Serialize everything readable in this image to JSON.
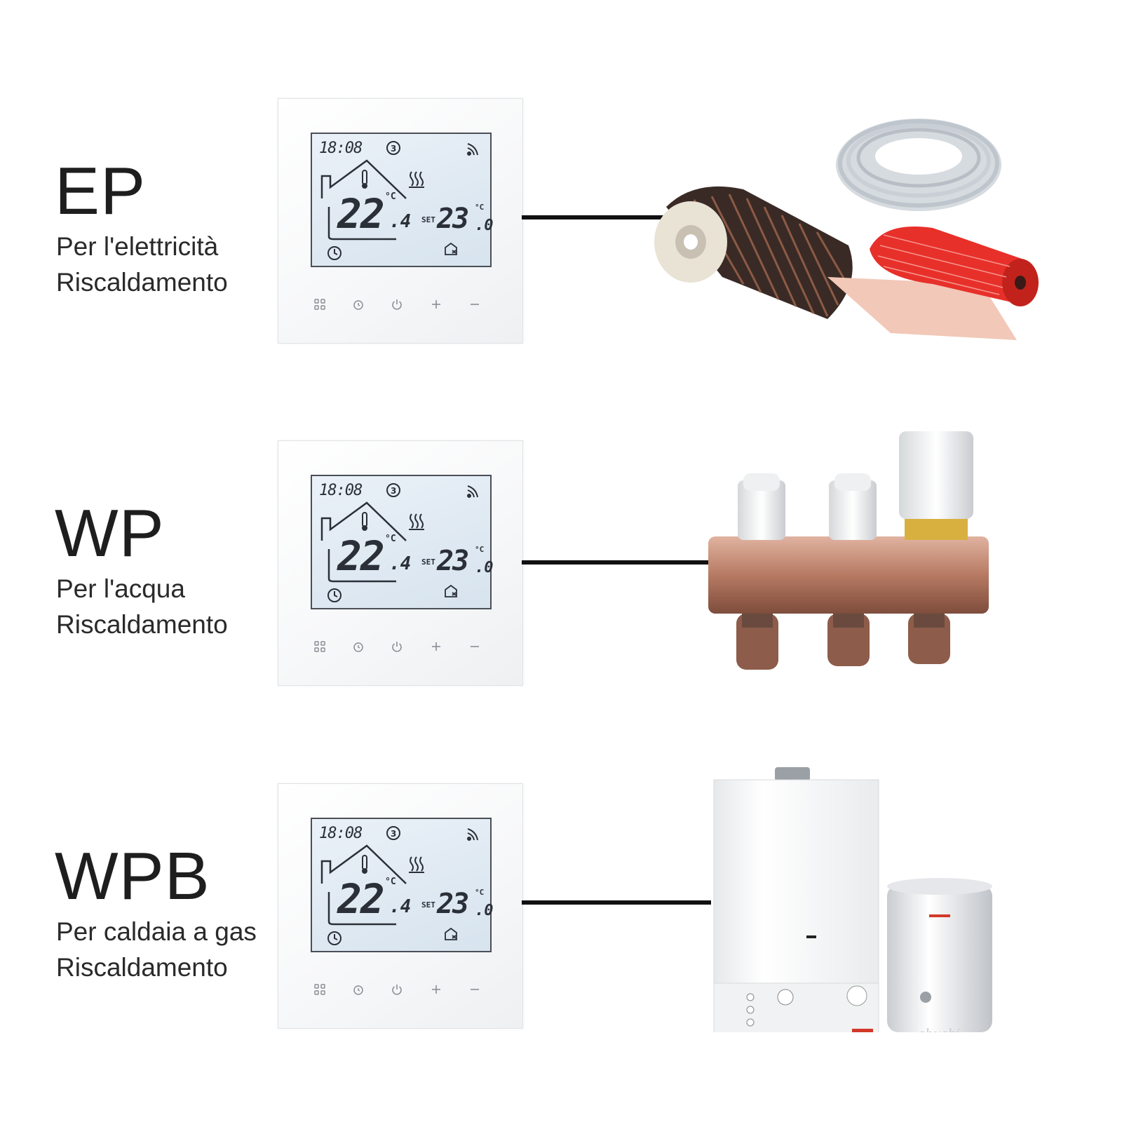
{
  "rows": [
    {
      "code": "EP",
      "line1": "Per l'elettricità",
      "line2": "Riscaldamento"
    },
    {
      "code": "WP",
      "line1": "Per l'acqua",
      "line2": "Riscaldamento"
    },
    {
      "code": "WPB",
      "line1": "Per caldaia a gas",
      "line2": "Riscaldamento"
    }
  ],
  "thermostat": {
    "clock": "18:08",
    "room_temp": "22",
    "room_temp_decimal": ".4",
    "set_label": "SET",
    "set_temp": "23",
    "set_temp_decimal": ".0",
    "unit": "°C",
    "icons": [
      "program-icon",
      "wifi-icon",
      "heating-icon",
      "thermometer-icon",
      "clock-icon",
      "away-icon"
    ],
    "buttons": [
      "menu-button",
      "timer-button",
      "power-button",
      "plus-button",
      "minus-button"
    ]
  },
  "watermark": "shushi",
  "colors": {
    "wire": "#111111",
    "lcd": "#dbe6f0",
    "heating_mat": "#e8302a",
    "copper": "#b77a63"
  }
}
